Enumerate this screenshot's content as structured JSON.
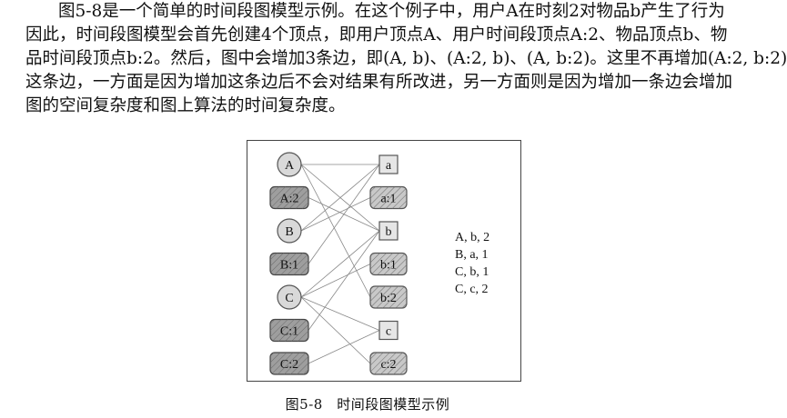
{
  "paragraph": {
    "lines": [
      "图5-8是一个简单的时间段图模型示例。在这个例子中，用户A在时刻2对物品b产生了行为",
      "因此，时间段图模型会首先创建4个顶点，即用户顶点A、用户时间段顶点A:2、物品顶点b、物",
      "品时间段顶点b:2。然后，图中会增加3条边，即(A, b)、(A:2, b)、(A, b:2)。这里不再增加(A:2, b:2)",
      "这条边，一方面是因为增加这条边后不会对结果有所改进，另一方面则是因为增加一条边会增加",
      "图的空间复杂度和图上算法的时间复杂度。"
    ]
  },
  "figure": {
    "user_nodes": [
      "A",
      "A:2",
      "B",
      "B:1",
      "C",
      "C:1",
      "C:2"
    ],
    "item_nodes": [
      "a",
      "a:1",
      "b",
      "b:1",
      "b:2",
      "c",
      "c:2"
    ],
    "edges": [
      [
        "A",
        "a"
      ],
      [
        "A",
        "b"
      ],
      [
        "A",
        "b:2"
      ],
      [
        "A:2",
        "b"
      ],
      [
        "B",
        "a"
      ],
      [
        "B",
        "a:1"
      ],
      [
        "B:1",
        "a"
      ],
      [
        "C",
        "b"
      ],
      [
        "C",
        "b:1"
      ],
      [
        "C",
        "c"
      ],
      [
        "C",
        "c:2"
      ],
      [
        "C:1",
        "b"
      ],
      [
        "C:2",
        "c"
      ]
    ],
    "legend": [
      "A, b, 2",
      "B, a, 1",
      "C, b, 1",
      "C, c, 2"
    ],
    "colors": {
      "circle_fill": "#d9d9d9",
      "time_node_fill": "#9e9e9e",
      "item_fill": "#e6e6e6",
      "hatch_item_fill": "#c8c8c8",
      "edge": "#888888"
    }
  },
  "caption": "图5-8　时间段图模型示例"
}
